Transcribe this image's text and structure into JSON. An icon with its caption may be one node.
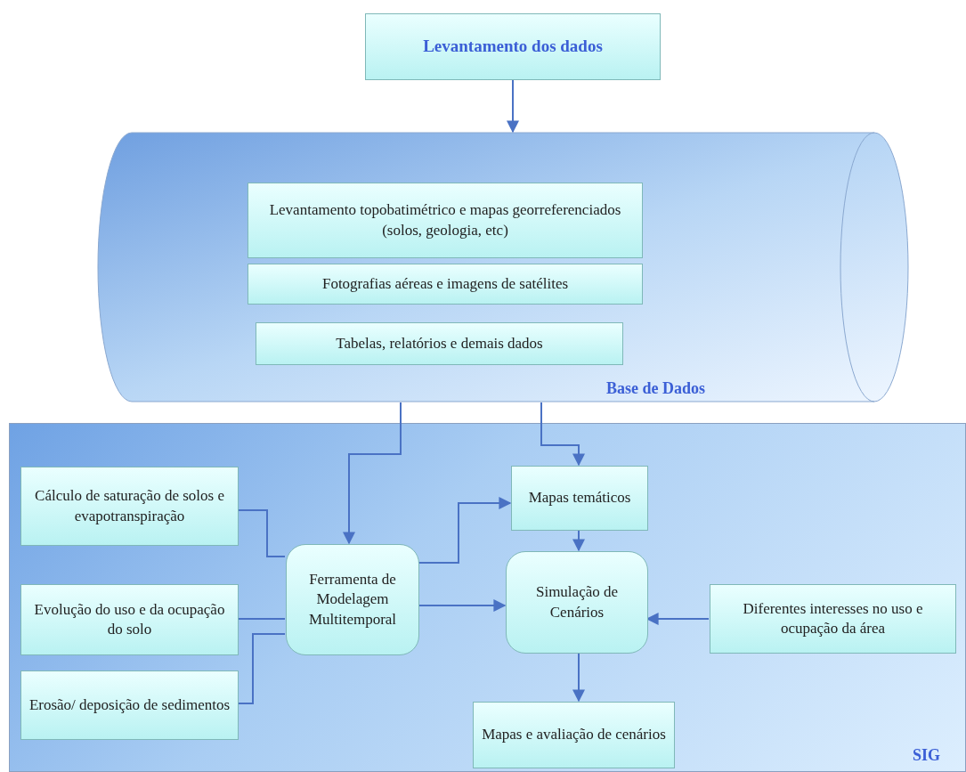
{
  "diagram": {
    "nodes": [
      {
        "text": [
          "Levantamento dos dados"
        ]
      },
      {
        "text": [
          "Base de Dados"
        ]
      },
      {
        "text": [
          "Levantamento topobatimétrico e mapas georreferenciados (solos, geologia, etc)"
        ],
        "in": 1
      },
      {
        "text": [
          "Fotografias aéreas e imagens de satélites"
        ],
        "in": 1
      },
      {
        "text": [
          "Tabelas, relatórios e demais dados"
        ],
        "in": 1
      },
      {
        "text": [
          "SIG"
        ]
      },
      {
        "text": [
          "Cálculo de saturação de solos e evapotranspiração"
        ],
        "in": 5
      },
      {
        "text": [
          "Mapas temáticos"
        ],
        "in": 5
      },
      {
        "text": [
          "Ferramenta de Modelagem Multitemporal"
        ],
        "in": 5
      },
      {
        "text": [
          "Evolução do uso e da ocupação do solo"
        ],
        "in": 5
      },
      {
        "text": [
          "Simulação de Cenários"
        ],
        "in": 5
      },
      {
        "text": [
          "Diferentes interesses no uso e ocupação da área"
        ],
        "in": 5
      },
      {
        "text": [
          "Erosão/ deposição de sedimentos"
        ],
        "in": 5
      },
      {
        "text": [
          "Mapas e avaliação de cenários"
        ],
        "in": 5
      }
    ],
    "edges": [
      {
        "from": 0,
        "to": 1,
        "arrow": "to"
      },
      {
        "from": 1,
        "to": 8,
        "arrow": "to"
      },
      {
        "from": 1,
        "to": 7,
        "arrow": "to"
      },
      {
        "from": 6,
        "to": 8,
        "arrow": "none"
      },
      {
        "from": 9,
        "to": 8,
        "arrow": "none"
      },
      {
        "from": 12,
        "to": 8,
        "arrow": "none"
      },
      {
        "from": 8,
        "to": 7,
        "arrow": "to"
      },
      {
        "from": 7,
        "to": 10,
        "arrow": "to"
      },
      {
        "from": 8,
        "to": 10,
        "arrow": "to"
      },
      {
        "from": 11,
        "to": 10,
        "arrow": "to"
      },
      {
        "from": 10,
        "to": 13,
        "arrow": "to"
      }
    ]
  }
}
